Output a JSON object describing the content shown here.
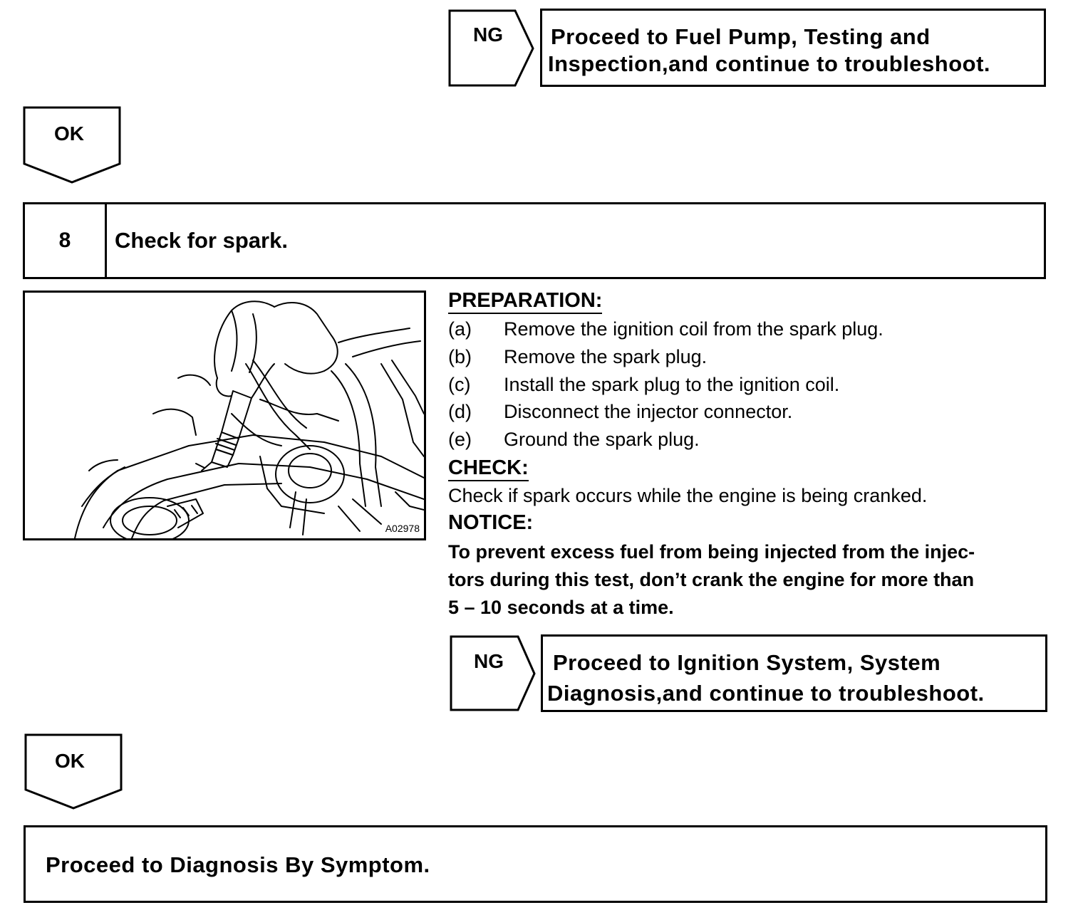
{
  "top_ng": {
    "label": "NG",
    "text_line1": "Proceed to Fuel Pump, Testing and",
    "text_line2": "Inspection,and continue to troubleshoot."
  },
  "ok1": {
    "label": "OK"
  },
  "step": {
    "number": "8",
    "title": "Check for spark."
  },
  "illustration": {
    "code": "A02978"
  },
  "preparation": {
    "heading": "PREPARATION:",
    "items": [
      {
        "label": "(a)",
        "text": "Remove the ignition coil from the spark plug."
      },
      {
        "label": "(b)",
        "text": "Remove the spark plug."
      },
      {
        "label": "(c)",
        "text": "Install the spark plug to the ignition coil."
      },
      {
        "label": "(d)",
        "text": "Disconnect the injector connector."
      },
      {
        "label": "(e)",
        "text": "Ground the spark plug."
      }
    ]
  },
  "check": {
    "heading": "CHECK:",
    "text": "Check if spark occurs while the engine is being cranked."
  },
  "notice": {
    "heading": "NOTICE:",
    "line1": "To prevent excess fuel from being injected from the injec-",
    "line2": "tors during this test, don’t crank the engine for more than",
    "line3": "5 – 10 seconds at a time."
  },
  "mid_ng": {
    "label": "NG",
    "text_line1": "Proceed to Ignition System, System",
    "text_line2": "Diagnosis,and continue to troubleshoot."
  },
  "ok2": {
    "label": "OK"
  },
  "final": {
    "text": "Proceed to Diagnosis By Symptom."
  }
}
